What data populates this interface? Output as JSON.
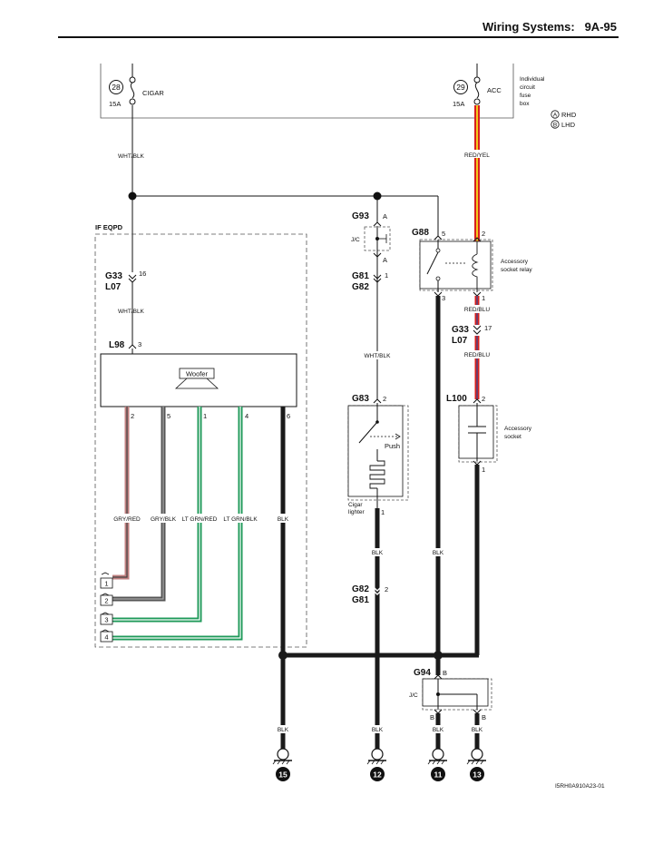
{
  "header": {
    "title": "Wiring Systems:",
    "page": "9A-95"
  },
  "fuse_box": {
    "label_lines": [
      "Individual",
      "circuit",
      "fuse",
      "box"
    ],
    "fuses": [
      {
        "number": "28",
        "name": "CIGAR",
        "rating": "15A"
      },
      {
        "number": "29",
        "name": "ACC",
        "rating": "15A"
      }
    ]
  },
  "legend": [
    {
      "letter": "A",
      "text": "RHD"
    },
    {
      "letter": "B",
      "text": "LHD"
    }
  ],
  "option_label": "IF EQPD",
  "wire_labels": {
    "cigar_feed": "WHT/BLK",
    "acc_feed": "RED/YEL",
    "woofer_feed": "WHT/BLK",
    "cigar_lighter_feed": "WHT/BLK",
    "relay_out_1": "RED/BLU",
    "relay_out_2": "RED/BLU",
    "woofer_1": "GRY/RED",
    "woofer_2": "GRY/BLK",
    "woofer_3": "LT GRN/RED",
    "woofer_4": "LT GRN/BLK",
    "woofer_gnd": "BLK",
    "lighter_gnd": "BLK",
    "relay_gnd": "BLK",
    "gnd_15": "BLK",
    "gnd_12": "BLK",
    "gnd_11": "BLK",
    "gnd_13": "BLK"
  },
  "connectors": {
    "g93": {
      "name": "G93",
      "pin_top": "A",
      "pin_bottom": "A",
      "jc": "J/C"
    },
    "g81_g82_upper": {
      "name1": "G81",
      "name2": "G82",
      "pin": "1"
    },
    "g83": {
      "name": "G83",
      "pin": "2"
    },
    "g82_g81_lower": {
      "name1": "G82",
      "name2": "G81",
      "pin": "2"
    },
    "g33_l07_left": {
      "name1": "G33",
      "name2": "L07",
      "pin": "16"
    },
    "l98": {
      "name": "L98",
      "pin": "3"
    },
    "g88": {
      "name": "G88",
      "pin_5": "5",
      "pin_2": "2",
      "pin_3": "3",
      "pin_1": "1"
    },
    "g33_l07_right": {
      "name1": "G33",
      "name2": "L07",
      "pin": "17"
    },
    "l100": {
      "name": "L100",
      "pin_2": "2",
      "pin_1": "1"
    },
    "g94": {
      "name": "G94",
      "pin": "B",
      "jc": "J/C",
      "pin_b1": "B",
      "pin_b2": "B"
    }
  },
  "components": {
    "woofer": "Woofer",
    "woofer_pins": [
      "2",
      "5",
      "1",
      "4",
      "6"
    ],
    "cigar_lighter_lines": [
      "Cigar",
      "lighter"
    ],
    "push": "Push",
    "lighter_pin": "1",
    "relay_lines": [
      "Accessory",
      "socket relay"
    ],
    "socket_lines": [
      "Accessory",
      "socket"
    ],
    "terminals": [
      "1",
      "2",
      "3",
      "4"
    ]
  },
  "grounds": [
    "15",
    "12",
    "11",
    "13"
  ],
  "figure_code": "I5RH0A910A23-01",
  "colors": {
    "black_wire": "#1a1a1a",
    "red": "#d8201c",
    "yellow": "#f2c81c",
    "green": "#1f9a5a",
    "gray": "#7a7a7a",
    "blue": "#2a4fa0"
  }
}
